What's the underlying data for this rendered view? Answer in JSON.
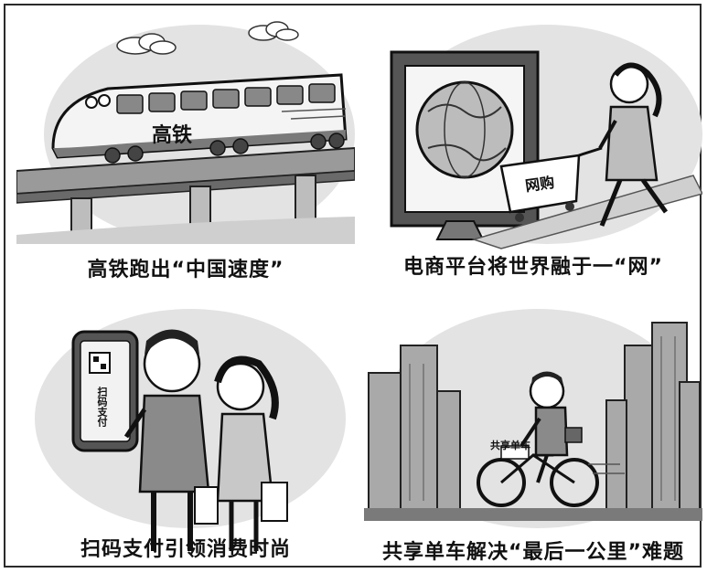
{
  "panels": [
    {
      "caption": "高铁跑出“中国速度”",
      "inner_label": "高铁",
      "icon": "high-speed-train-icon"
    },
    {
      "caption": "电商平台将世界融于一“网”",
      "inner_label": "网购",
      "icon": "globe-screen-shopping-icon"
    },
    {
      "caption": "扫码支付引领消费时尚",
      "inner_label": "扫码支付",
      "icon": "qr-phone-shopping-icon"
    },
    {
      "caption": "共享单车解决“最后一公里”难题",
      "inner_label": "共享单车",
      "icon": "shared-bike-icon"
    }
  ],
  "colors": {
    "ink": "#111111",
    "light_gray": "#d8d8d8",
    "mid_gray": "#9a9a9a",
    "dark_gray": "#555555"
  }
}
